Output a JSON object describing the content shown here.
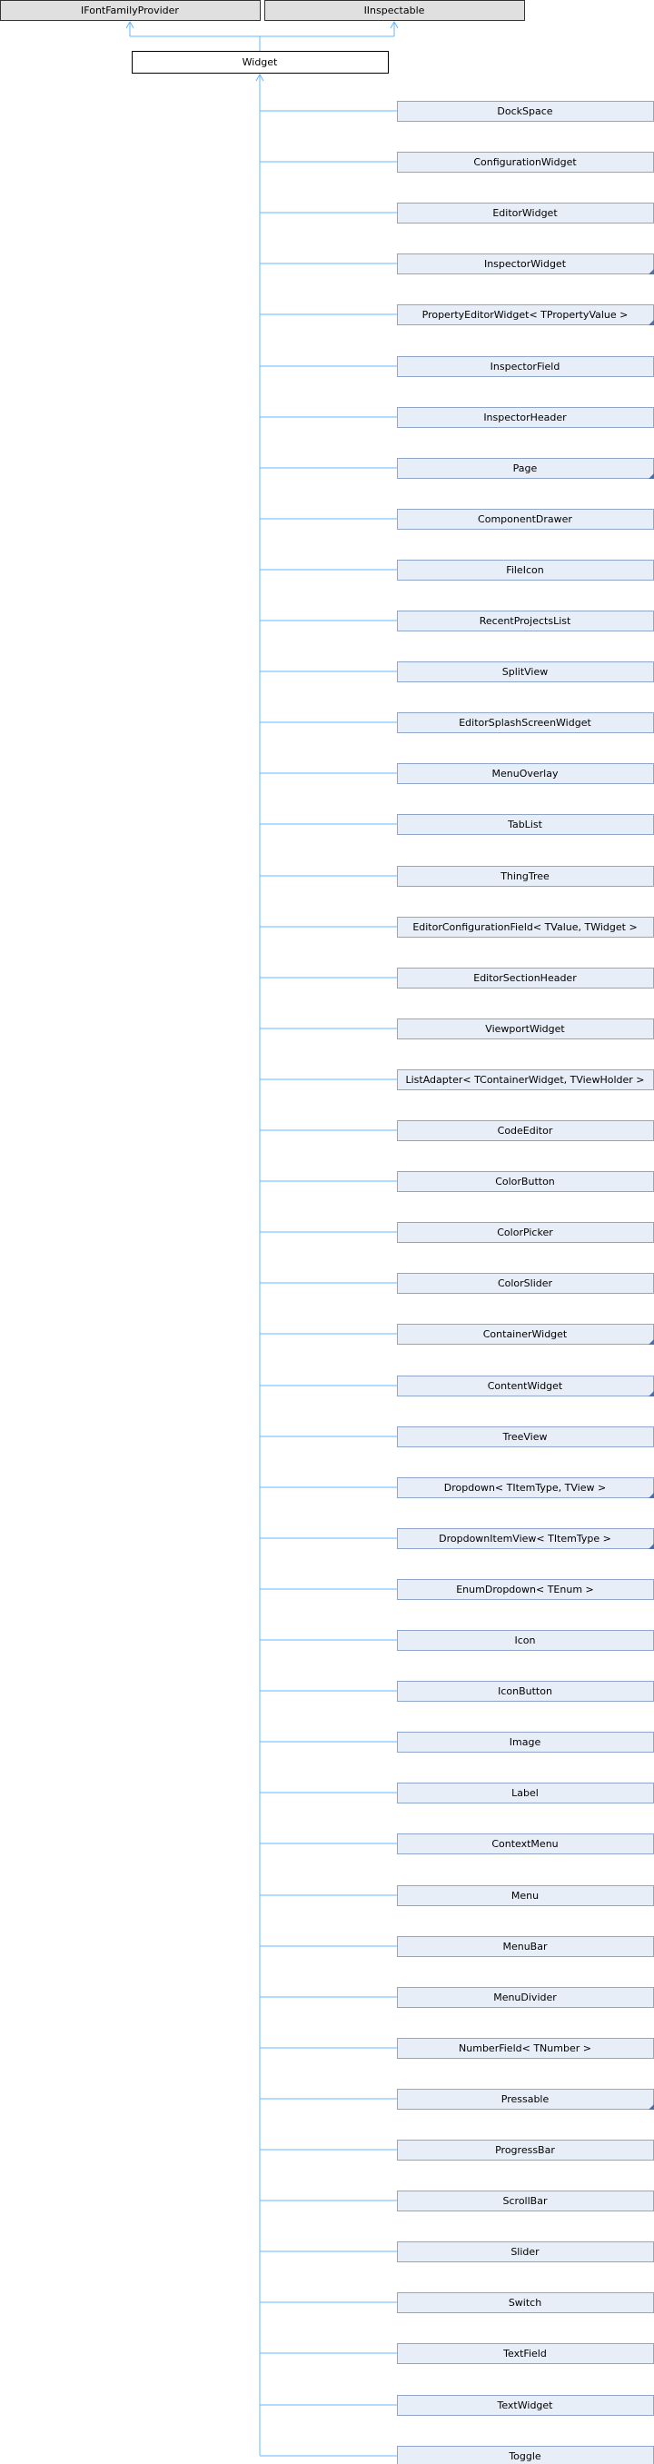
{
  "diagram": {
    "parents": [
      "IFontFamilyProvider",
      "IInspectable"
    ],
    "base": "Widget",
    "children": [
      {
        "label": "DockSpace",
        "has_derived": false
      },
      {
        "label": "ConfigurationWidget",
        "has_derived": false
      },
      {
        "label": "EditorWidget",
        "has_derived": false
      },
      {
        "label": "InspectorWidget",
        "has_derived": true
      },
      {
        "label": "PropertyEditorWidget< TPropertyValue >",
        "has_derived": true
      },
      {
        "label": "InspectorField",
        "has_derived": false
      },
      {
        "label": "InspectorHeader",
        "has_derived": false
      },
      {
        "label": "Page",
        "has_derived": true
      },
      {
        "label": "ComponentDrawer",
        "has_derived": false
      },
      {
        "label": "FileIcon",
        "has_derived": false
      },
      {
        "label": "RecentProjectsList",
        "has_derived": false
      },
      {
        "label": "SplitView",
        "has_derived": false
      },
      {
        "label": "EditorSplashScreenWidget",
        "has_derived": false
      },
      {
        "label": "MenuOverlay",
        "has_derived": false
      },
      {
        "label": "TabList",
        "has_derived": false
      },
      {
        "label": "ThingTree",
        "has_derived": false
      },
      {
        "label": "EditorConfigurationField< TValue, TWidget >",
        "has_derived": false
      },
      {
        "label": "EditorSectionHeader",
        "has_derived": false
      },
      {
        "label": "ViewportWidget",
        "has_derived": false
      },
      {
        "label": "ListAdapter< TContainerWidget, TViewHolder >",
        "has_derived": false
      },
      {
        "label": "CodeEditor",
        "has_derived": false
      },
      {
        "label": "ColorButton",
        "has_derived": false
      },
      {
        "label": "ColorPicker",
        "has_derived": false
      },
      {
        "label": "ColorSlider",
        "has_derived": false
      },
      {
        "label": "ContainerWidget",
        "has_derived": true
      },
      {
        "label": "ContentWidget",
        "has_derived": true
      },
      {
        "label": "TreeView",
        "has_derived": false
      },
      {
        "label": "Dropdown< TItemType, TView >",
        "has_derived": true
      },
      {
        "label": "DropdownItemView< TItemType >",
        "has_derived": true
      },
      {
        "label": "EnumDropdown< TEnum >",
        "has_derived": false
      },
      {
        "label": "Icon",
        "has_derived": false
      },
      {
        "label": "IconButton",
        "has_derived": false
      },
      {
        "label": "Image",
        "has_derived": false
      },
      {
        "label": "Label",
        "has_derived": false
      },
      {
        "label": "ContextMenu",
        "has_derived": false
      },
      {
        "label": "Menu",
        "has_derived": false
      },
      {
        "label": "MenuBar",
        "has_derived": false
      },
      {
        "label": "MenuDivider",
        "has_derived": false
      },
      {
        "label": "NumberField< TNumber >",
        "has_derived": false
      },
      {
        "label": "Pressable",
        "has_derived": true
      },
      {
        "label": "ProgressBar",
        "has_derived": false
      },
      {
        "label": "ScrollBar",
        "has_derived": false
      },
      {
        "label": "Slider",
        "has_derived": false
      },
      {
        "label": "Switch",
        "has_derived": false
      },
      {
        "label": "TextField",
        "has_derived": false
      },
      {
        "label": "TextWidget",
        "has_derived": false
      },
      {
        "label": "Toggle",
        "has_derived": false
      }
    ]
  },
  "colors": {
    "edge": "#63b8ff",
    "node_fill": "#e8eef7",
    "node_border": "#8ea6cc",
    "parent_fill": "#e0e0e0",
    "parent_border": "#333333",
    "base_fill": "#ffffff",
    "base_border": "#000000",
    "corner_marker": "#4b6ea9"
  }
}
